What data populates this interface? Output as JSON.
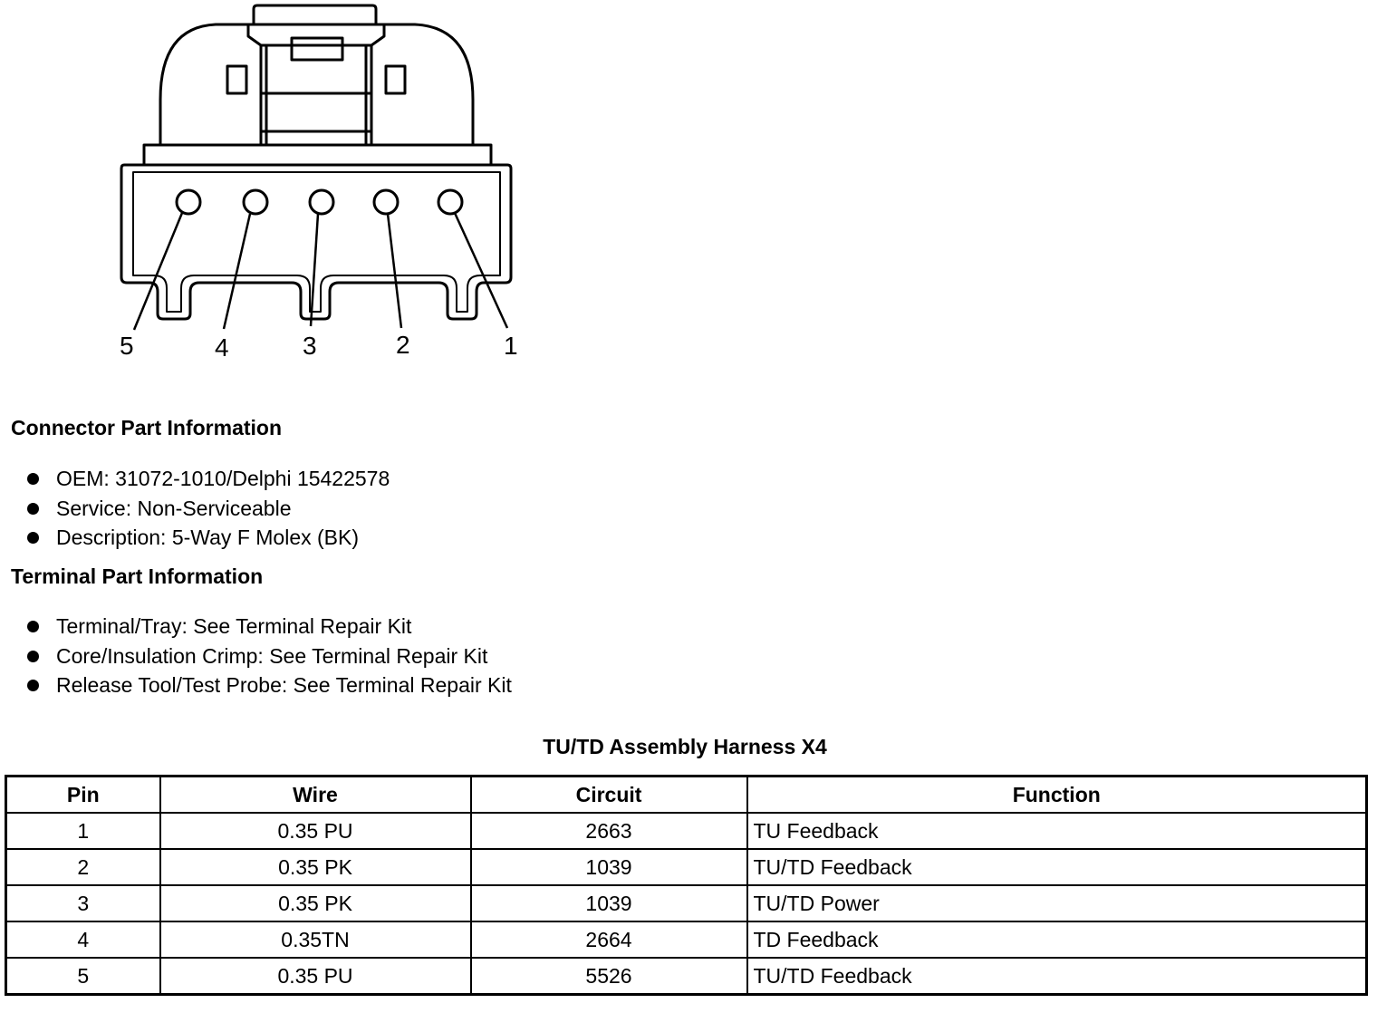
{
  "diagram": {
    "pin_labels": [
      "5",
      "4",
      "3",
      "2",
      "1"
    ]
  },
  "connector_info": {
    "heading": "Connector Part Information",
    "items": [
      "OEM: 31072-1010/Delphi 15422578",
      "Service: Non-Serviceable",
      "Description: 5-Way F Molex (BK)"
    ]
  },
  "terminal_info": {
    "heading": "Terminal Part Information",
    "items": [
      "Terminal/Tray: See Terminal Repair Kit",
      "Core/Insulation Crimp: See Terminal Repair Kit",
      "Release Tool/Test Probe: See Terminal Repair Kit"
    ]
  },
  "table": {
    "title": "TU/TD Assembly Harness X4",
    "headers": [
      "Pin",
      "Wire",
      "Circuit",
      "Function"
    ],
    "rows": [
      [
        "1",
        "0.35 PU",
        "2663",
        "TU Feedback"
      ],
      [
        "2",
        "0.35 PK",
        "1039",
        "TU/TD Feedback"
      ],
      [
        "3",
        "0.35 PK",
        "1039",
        "TU/TD Power"
      ],
      [
        "4",
        "0.35TN",
        "2664",
        "TD Feedback"
      ],
      [
        "5",
        "0.35 PU",
        "5526",
        "TU/TD Feedback"
      ]
    ]
  }
}
